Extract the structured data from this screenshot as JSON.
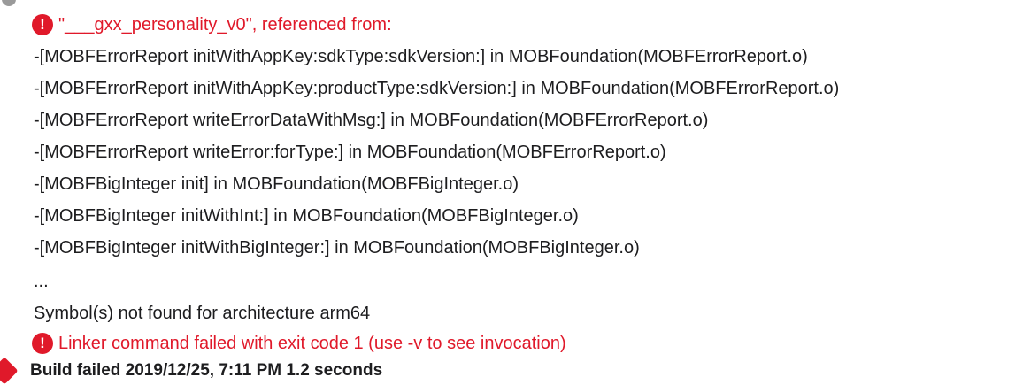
{
  "issues": [
    {
      "icon": "error-icon",
      "text": "\"___gxx_personality_v0\", referenced from:"
    },
    {
      "icon": "error-icon",
      "text": "Linker command failed with exit code 1 (use -v to see invocation)"
    }
  ],
  "references": [
    "-[MOBFErrorReport initWithAppKey:sdkType:sdkVersion:] in MOBFoundation(MOBFErrorReport.o)",
    "-[MOBFErrorReport initWithAppKey:productType:sdkVersion:] in MOBFoundation(MOBFErrorReport.o)",
    "-[MOBFErrorReport writeErrorDataWithMsg:] in MOBFoundation(MOBFErrorReport.o)",
    "-[MOBFErrorReport writeError:forType:] in MOBFoundation(MOBFErrorReport.o)",
    "-[MOBFBigInteger init] in MOBFoundation(MOBFBigInteger.o)",
    "-[MOBFBigInteger initWithInt:] in MOBFoundation(MOBFBigInteger.o)",
    "-[MOBFBigInteger initWithBigInteger:] in MOBFoundation(MOBFBigInteger.o)",
    "...",
    "Symbol(s) not found for architecture arm64"
  ],
  "footer": {
    "text": "Build failed   2019/12/25, 7:11 PM   1.2 seconds"
  },
  "colors": {
    "error": "#e0192a",
    "text": "#1d1d1f"
  }
}
